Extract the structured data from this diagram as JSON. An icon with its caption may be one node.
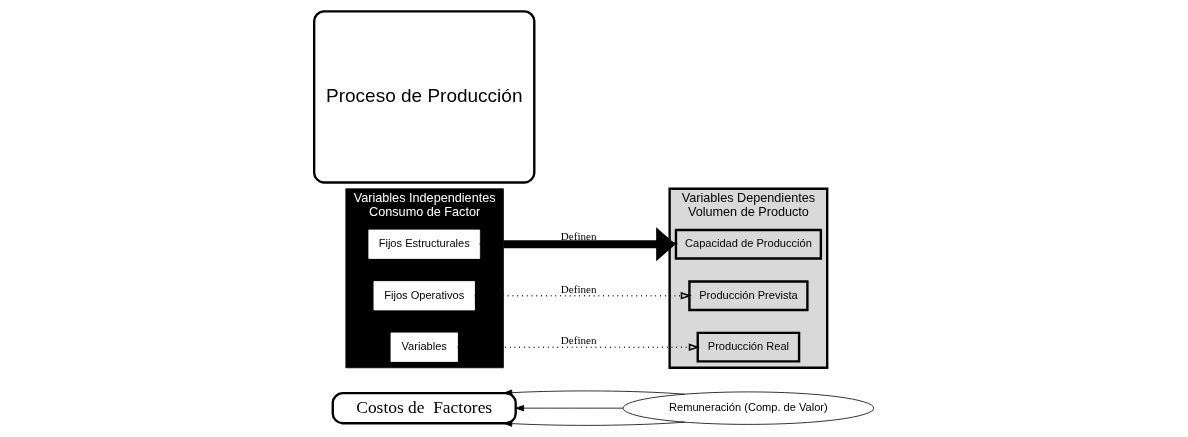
{
  "diagram": {
    "nodes": [
      {
        "text": [
          "Costos de  Factores"
        ]
      },
      {
        "text": [
          "Remuneración (Comp. de Valor)"
        ]
      },
      {
        "text": [
          "Variables Independientes",
          "Consumo de Factor"
        ]
      },
      {
        "text": [
          "Fijos Estructurales"
        ],
        "in": 2
      },
      {
        "text": [
          "Fijos Operativos"
        ],
        "in": 2
      },
      {
        "text": [
          "Variables"
        ],
        "in": 2
      },
      {
        "text": [
          "Proceso de Producción"
        ]
      },
      {
        "text": [
          "Variables Dependientes",
          "Volumen de Producto"
        ]
      },
      {
        "text": [
          "Capacidad de Producción"
        ],
        "in": 7
      },
      {
        "text": [
          "Producción Prevista"
        ],
        "in": 7
      },
      {
        "text": [
          "Producción Real"
        ],
        "in": 7
      }
    ],
    "edges": [
      {
        "from": 1,
        "to": 0,
        "arrow": "to"
      },
      {
        "from": 1,
        "to": 0,
        "arrow": "to"
      },
      {
        "from": 1,
        "to": 0,
        "arrow": "to"
      },
      {
        "from": 3,
        "to": 8,
        "arrow": "to",
        "label": "Definen",
        "style": "dashed"
      },
      {
        "from": 4,
        "to": 9,
        "arrow": "to",
        "label": "Definen",
        "style": "dashed"
      },
      {
        "from": 5,
        "to": 10,
        "arrow": "to",
        "label": "Definen",
        "style": "dashed"
      },
      {
        "from": 2,
        "to": 7,
        "arrow": "to",
        "style": "thick"
      }
    ]
  }
}
